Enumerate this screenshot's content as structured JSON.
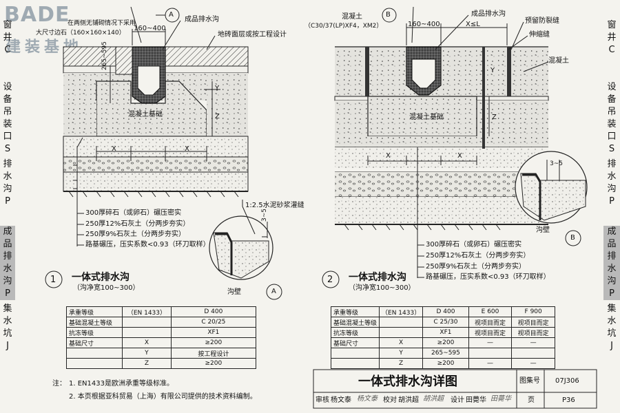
{
  "watermark": {
    "brand": "BADE",
    "cn": "建装基地"
  },
  "sidebar_left": {
    "groups": [
      {
        "chars": [
          "窗",
          "井",
          "C"
        ],
        "highlight": false
      },
      {
        "chars": [
          "设",
          "备",
          "吊",
          "装",
          "口",
          "S"
        ],
        "highlight": false
      },
      {
        "chars": [
          "排",
          "水",
          "沟",
          "P"
        ],
        "highlight": false
      },
      {
        "chars": [
          "成",
          "品",
          "排",
          "水",
          "沟",
          "P"
        ],
        "highlight": true
      },
      {
        "chars": [
          "集",
          "水",
          "坑",
          "J"
        ],
        "highlight": false
      }
    ]
  },
  "sidebar_right": {
    "groups": [
      {
        "chars": [
          "窗",
          "井",
          "C"
        ],
        "highlight": false
      },
      {
        "chars": [
          "设",
          "备",
          "吊",
          "装",
          "口",
          "S"
        ],
        "highlight": false
      },
      {
        "chars": [
          "排",
          "水",
          "沟",
          "P"
        ],
        "highlight": false
      },
      {
        "chars": [
          "成",
          "品",
          "排",
          "水",
          "沟",
          "P"
        ],
        "highlight": true
      },
      {
        "chars": [
          "集",
          "水",
          "坑",
          "J"
        ],
        "highlight": false
      }
    ]
  },
  "diagram1": {
    "note_top": "在两侧无铺砌情况下采用",
    "note_top2": "大尺寸边石（160×160×140）",
    "section_marker": "A",
    "dim_top": "160~400",
    "label_trench": "成品排水沟",
    "label_paving": "地砖面层或按工程设计",
    "dim_left": "265~595",
    "label_y": "Y",
    "label_z": "Z",
    "label_foundation": "混凝土基础",
    "label_x1": "X",
    "label_x2": "X",
    "layers": [
      "300厚碎石（或卵石）碾压密实",
      "250厚12%石灰土（分两步夯实）",
      "250厚9%石灰土（分两步夯实）",
      "路基碾压，压实系数<0.93（环刀取样）"
    ],
    "grout_note": "1:2.5水泥砂浆灌缝",
    "detail_dim": "3~5",
    "detail_wall": "沟壁",
    "detail_marker": "A",
    "number": "1",
    "title": "一体式排水沟",
    "subtitle": "（沟净宽100~300）"
  },
  "diagram2": {
    "label_concrete": "混凝土",
    "label_concrete_spec": "（C30/37(LP)XF4，XM2）",
    "section_marker": "B",
    "label_trench": "成品排水沟",
    "dim_top": "160~400",
    "dim_xl": "X≤L",
    "label_crack": "预留防裂缝",
    "label_expansion": "伸缩缝",
    "label_concrete_r": "混凝土",
    "label_y": "Y",
    "label_z": "Z",
    "label_foundation": "混凝土基础",
    "label_x1": "X",
    "label_x2": "X",
    "detail_dim": "3~5",
    "detail_wall": "沟壁",
    "detail_marker": "B",
    "layers": [
      "300厚碎石（或卵石）碾压密实",
      "250厚12%石灰土（分两步夯实）",
      "250厚9%石灰土（分两步夯实）",
      "路基碾压，压实系数<0.93（环刀取样）"
    ],
    "number": "2",
    "title": "一体式排水沟",
    "subtitle": "（沟净宽100~300）"
  },
  "table1": {
    "rows": [
      [
        "承重等级",
        "（EN 1433）",
        "D 400"
      ],
      [
        "基础混凝土等级",
        "",
        "C 20/25"
      ],
      [
        "抗冻等级",
        "",
        "XF1"
      ],
      [
        "基础尺寸",
        "X",
        "≥200"
      ],
      [
        "",
        "Y",
        "按工程设计"
      ],
      [
        "",
        "Z",
        "≥200"
      ]
    ]
  },
  "table2": {
    "header": [
      "承重等级",
      "（EN 1433）",
      "D 400",
      "E 600",
      "F 900"
    ],
    "rows": [
      [
        "基础混凝土等级",
        "",
        "C 25/30",
        "视项目而定",
        "视项目而定"
      ],
      [
        "抗冻等级",
        "",
        "XF1",
        "视项目而定",
        "视项目而定"
      ],
      [
        "基础尺寸",
        "X",
        "≥200",
        "—",
        "—"
      ],
      [
        "",
        "Y",
        "265~595",
        "",
        ""
      ],
      [
        "",
        "Z",
        "≥200",
        "—",
        "—"
      ]
    ]
  },
  "notes": {
    "label": "注：",
    "items": [
      "1. EN1433是欧洲承重等级标准。",
      "2. 本页根据亚科贸易（上海）有限公司提供的技术资料编制。"
    ]
  },
  "title_block": {
    "title": "一体式排水沟详图",
    "atlas_label": "图集号",
    "atlas_value": "07J306",
    "review": "审核",
    "reviewer": "杨文泰",
    "reviewer_sig": "杨文泰",
    "check": "校对",
    "checker": "胡洪超",
    "checker_sig": "胡洪超",
    "design": "设计",
    "designer": "田薨华",
    "designer_sig": "田薨华",
    "page_label": "页",
    "page_value": "P36"
  }
}
